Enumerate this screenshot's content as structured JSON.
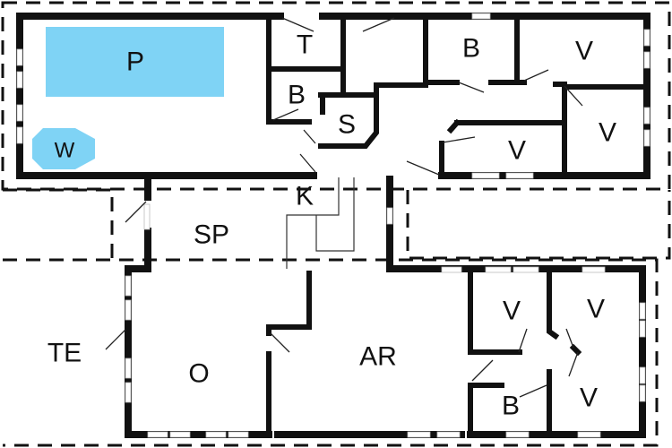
{
  "title": "Floor plan",
  "colors": {
    "water": "#7fd3f5",
    "wall": "#111111"
  },
  "rooms": {
    "pool": "P",
    "whirlpool": "W",
    "toilet": "T",
    "bath_top_left": "B",
    "sauna": "S",
    "bath_top": "B",
    "bedroom_top_right": "V",
    "bedroom_right": "V",
    "bedroom_small": "V",
    "kitchen": "K",
    "dining": "SP",
    "terrace": "TE",
    "living": "O",
    "activity_room": "AR",
    "bedroom_lower_1": "V",
    "bedroom_lower_2": "V",
    "bath_lower": "B",
    "bedroom_lower_3": "V"
  }
}
